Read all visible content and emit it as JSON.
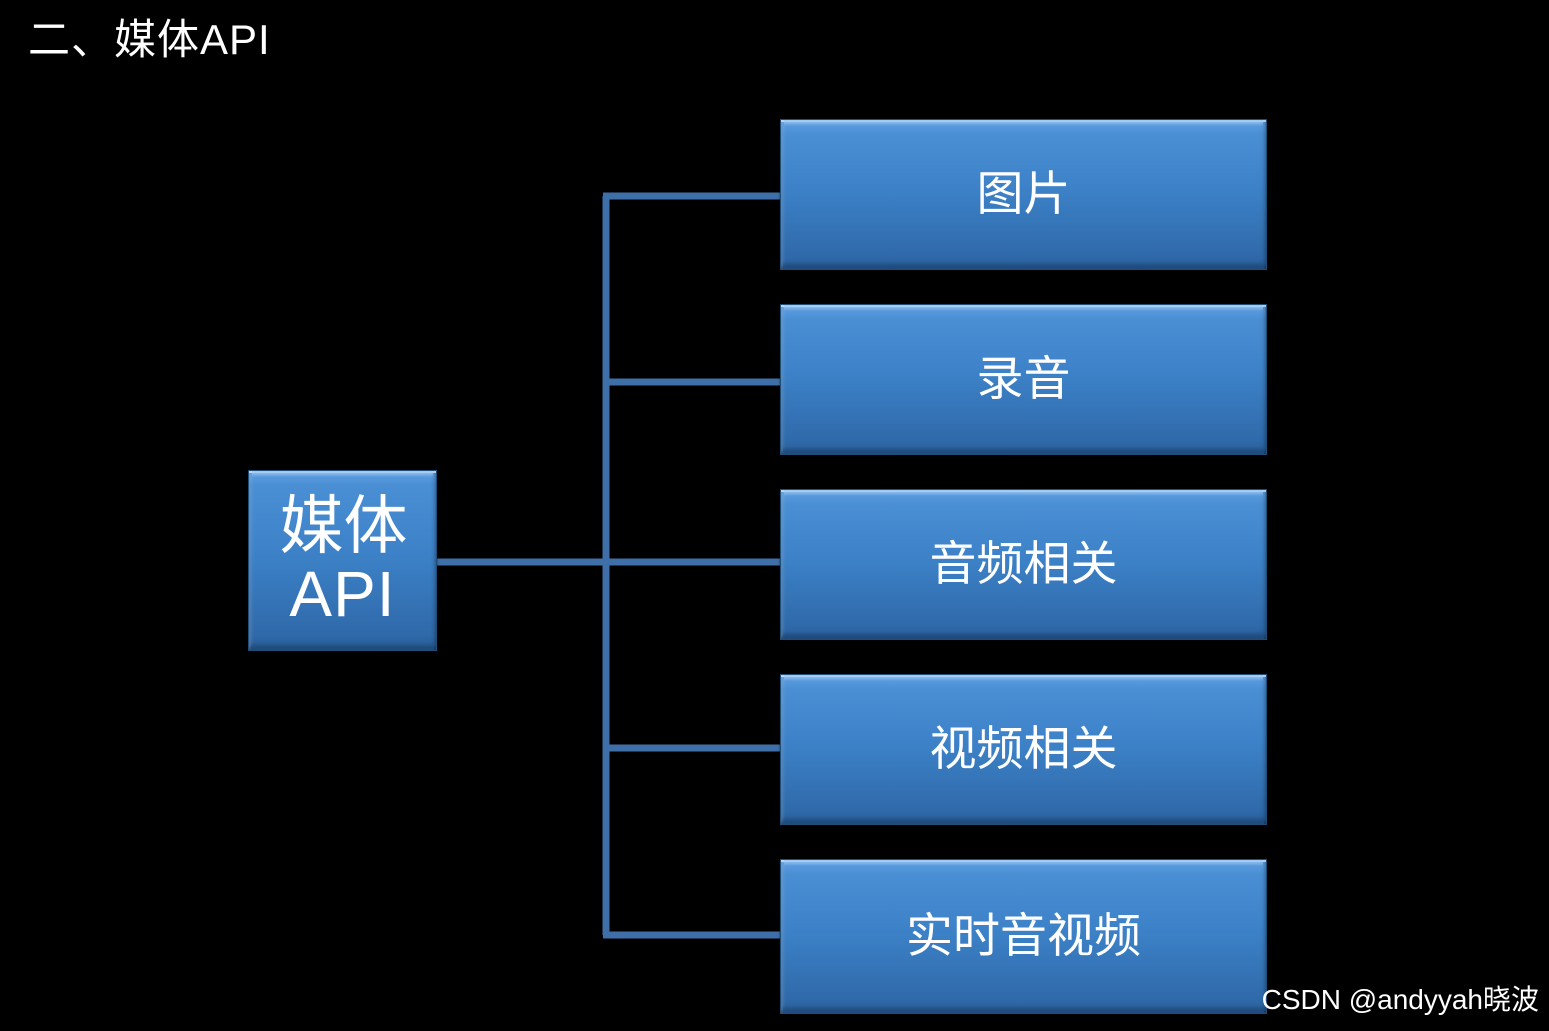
{
  "slide": {
    "title": "二、媒体API",
    "background_color": "#000000",
    "title_color": "#ffffff"
  },
  "diagram": {
    "type": "hierarchy-tree",
    "accent_color": "#3d82c8",
    "connector_color": "#3f6fa8",
    "node_border_color": "#1f4e79",
    "node_text_color": "#ffffff",
    "root": {
      "name": "root-node",
      "line1": "媒体",
      "line2": "API",
      "text": "媒体API"
    },
    "branches": [
      {
        "name": "image",
        "label": "图片"
      },
      {
        "name": "record",
        "label": "录音"
      },
      {
        "name": "audio",
        "label": "音频相关"
      },
      {
        "name": "video",
        "label": "视频相关"
      },
      {
        "name": "realtime",
        "label": "实时音视频"
      }
    ]
  },
  "watermark": {
    "text": "CSDN @andyyah晓波"
  }
}
